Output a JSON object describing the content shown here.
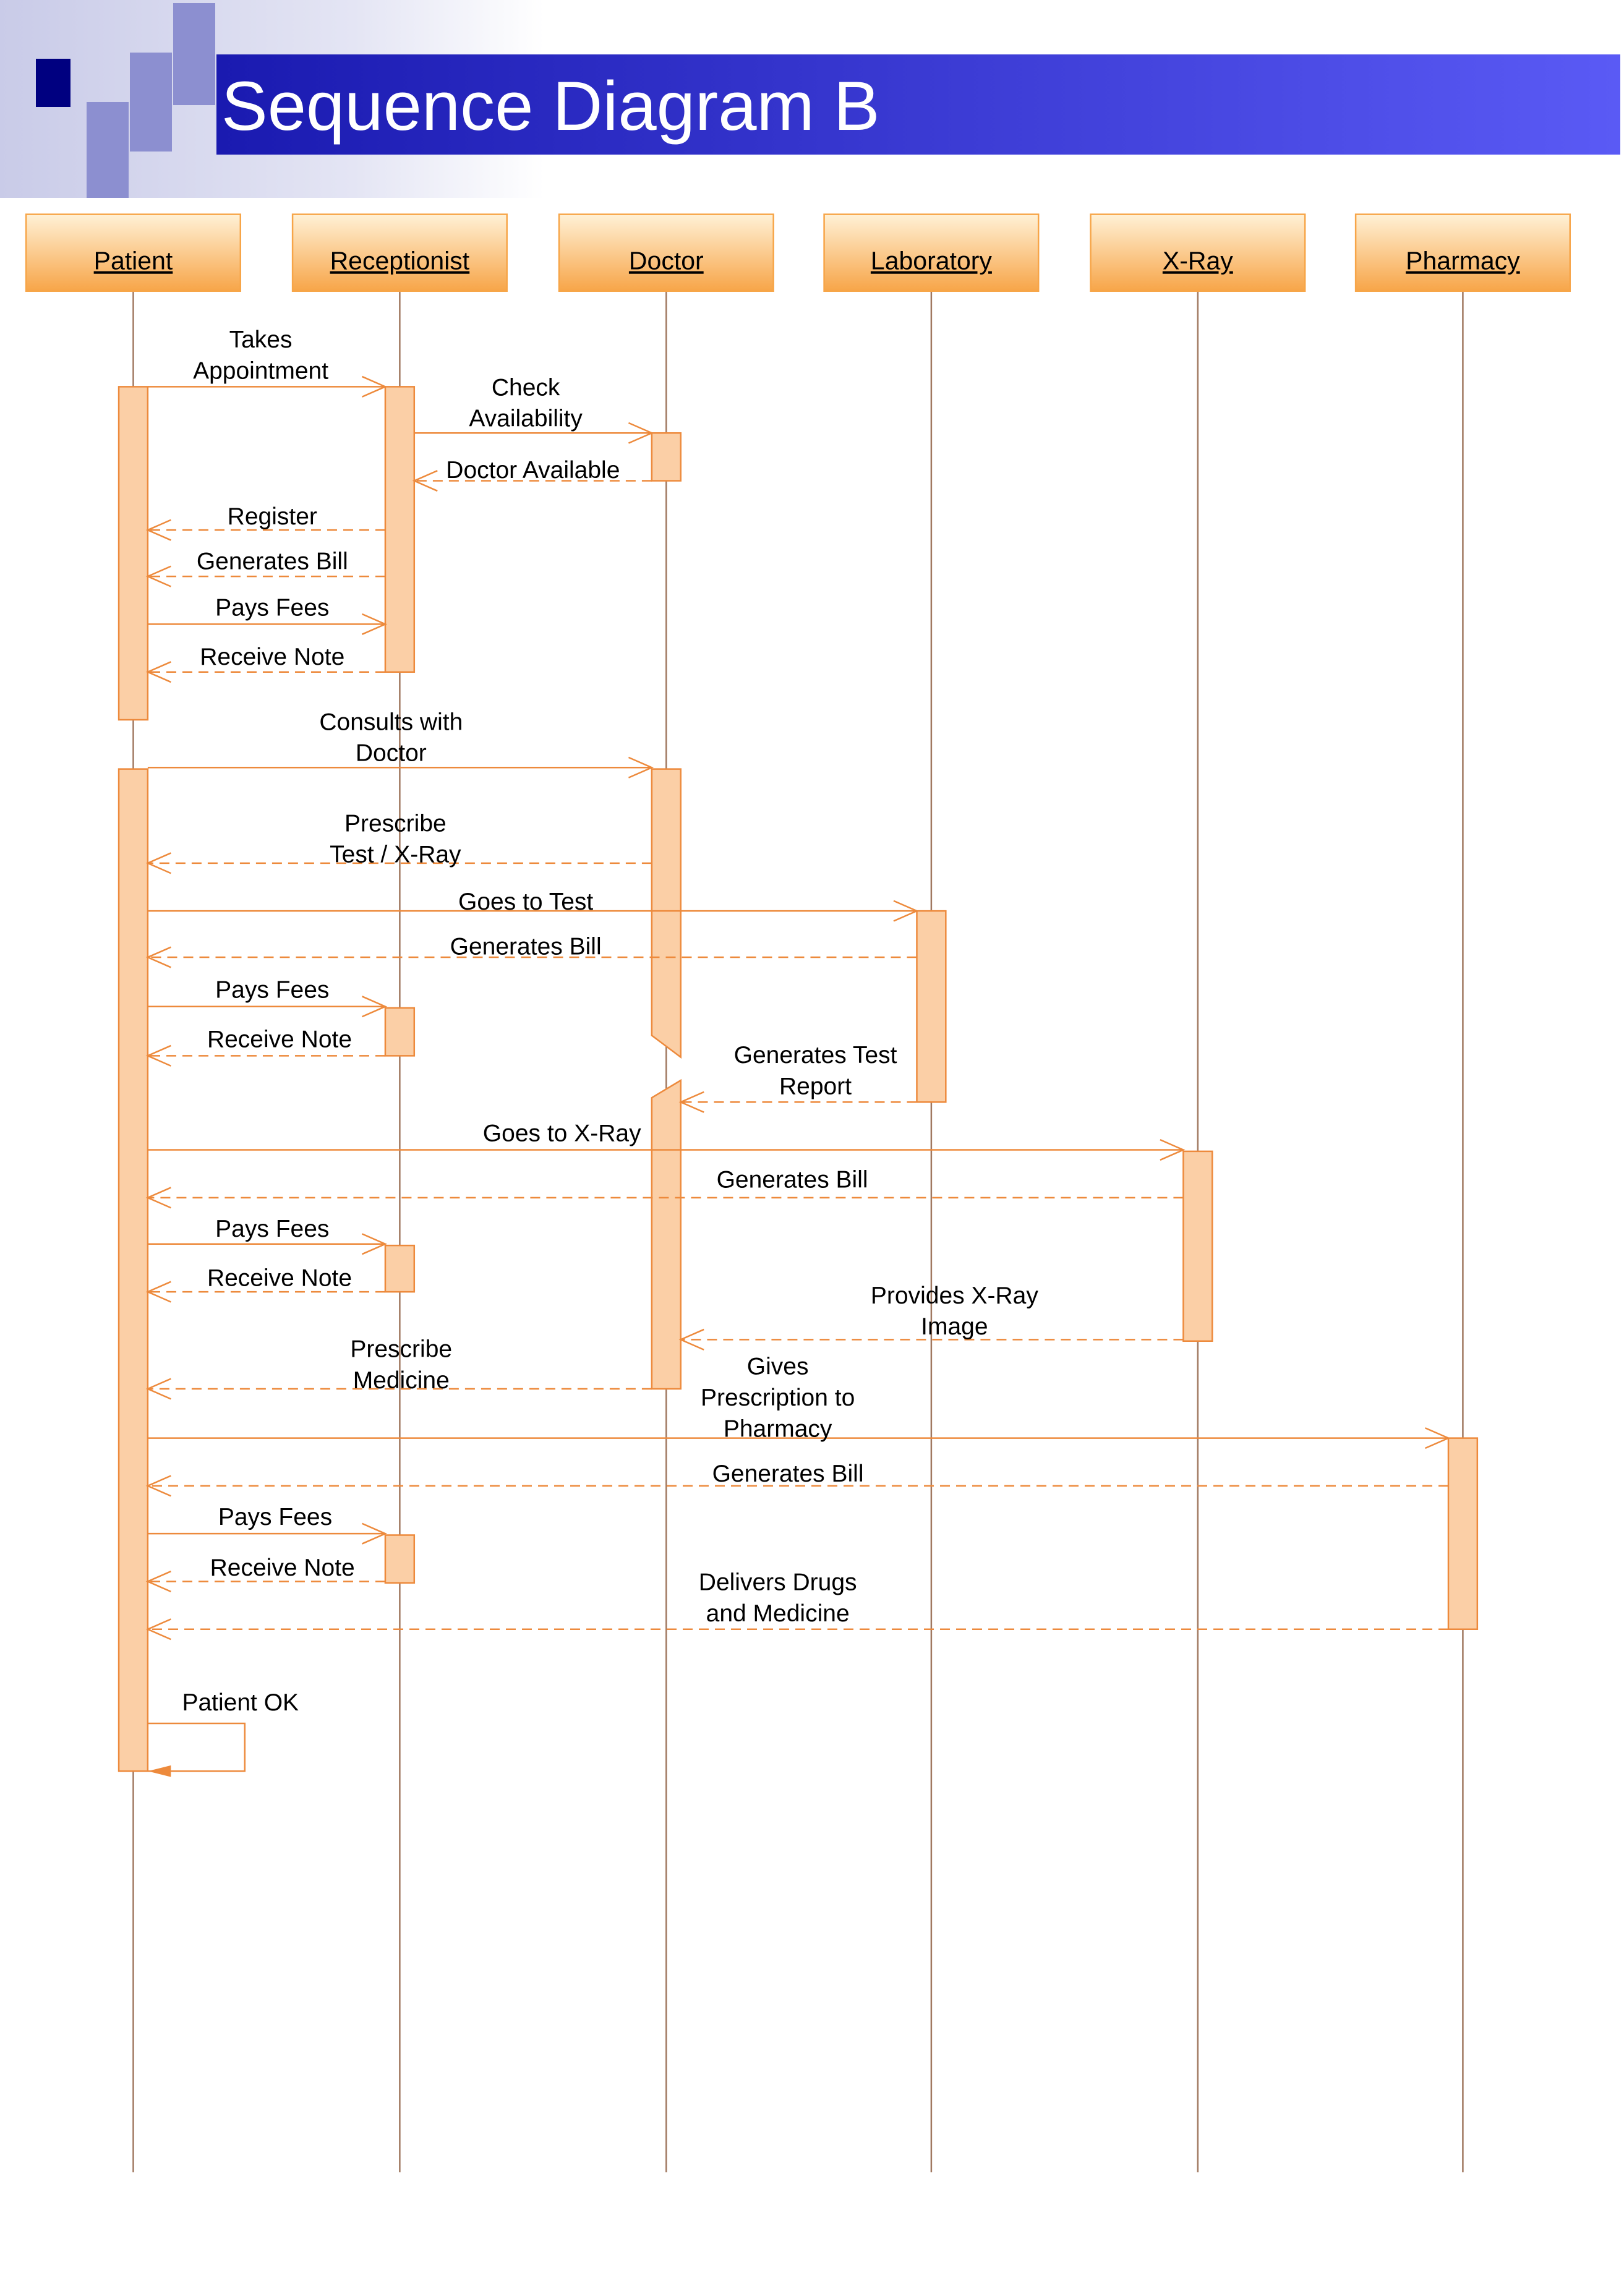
{
  "title": "Sequence Diagram B",
  "colors": {
    "banner_dark": "#1a1ab0",
    "banner_light": "#5a5af5",
    "header_squares": "#8c8fd0",
    "dark_square": "#000080",
    "actor_top": "#fff1d6",
    "actor_bottom": "#f7a548",
    "activation_fill": "#fbcfa6",
    "line_color": "#ed8a3c",
    "lifeline_color": "#a07860"
  },
  "actors": [
    {
      "id": "patient",
      "label": "Patient"
    },
    {
      "id": "receptionist",
      "label": "Receptionist"
    },
    {
      "id": "doctor",
      "label": "Doctor"
    },
    {
      "id": "laboratory",
      "label": "Laboratory"
    },
    {
      "id": "xray",
      "label": "X-Ray"
    },
    {
      "id": "pharmacy",
      "label": "Pharmacy"
    }
  ],
  "messages": [
    {
      "from": "patient",
      "to": "receptionist",
      "type": "sync",
      "label": [
        "Takes",
        "Appointment"
      ]
    },
    {
      "from": "receptionist",
      "to": "doctor",
      "type": "sync",
      "label": [
        "Check",
        "Availability"
      ]
    },
    {
      "from": "doctor",
      "to": "receptionist",
      "type": "return",
      "label": [
        "Doctor Available"
      ]
    },
    {
      "from": "receptionist",
      "to": "patient",
      "type": "return",
      "label": [
        "Register"
      ]
    },
    {
      "from": "receptionist",
      "to": "patient",
      "type": "return",
      "label": [
        "Generates Bill"
      ]
    },
    {
      "from": "patient",
      "to": "receptionist",
      "type": "sync",
      "label": [
        "Pays Fees"
      ]
    },
    {
      "from": "receptionist",
      "to": "patient",
      "type": "return",
      "label": [
        "Receive Note"
      ]
    },
    {
      "from": "patient",
      "to": "doctor",
      "type": "sync",
      "label": [
        "Consults with",
        "Doctor"
      ]
    },
    {
      "from": "doctor",
      "to": "patient",
      "type": "return",
      "label": [
        "Prescribe",
        "Test / X-Ray"
      ]
    },
    {
      "from": "patient",
      "to": "laboratory",
      "type": "sync",
      "label": [
        "Goes to Test"
      ]
    },
    {
      "from": "laboratory",
      "to": "patient",
      "type": "return",
      "label": [
        "Generates Bill"
      ]
    },
    {
      "from": "patient",
      "to": "receptionist",
      "type": "sync",
      "label": [
        "Pays Fees"
      ]
    },
    {
      "from": "receptionist",
      "to": "patient",
      "type": "return",
      "label": [
        "Receive Note"
      ]
    },
    {
      "from": "laboratory",
      "to": "doctor",
      "type": "return",
      "label": [
        "Generates Test",
        "Report"
      ]
    },
    {
      "from": "patient",
      "to": "xray",
      "type": "sync",
      "label": [
        "Goes to X-Ray"
      ]
    },
    {
      "from": "xray",
      "to": "patient",
      "type": "return",
      "label": [
        "Generates Bill"
      ]
    },
    {
      "from": "patient",
      "to": "receptionist",
      "type": "sync",
      "label": [
        "Pays Fees"
      ]
    },
    {
      "from": "receptionist",
      "to": "patient",
      "type": "return",
      "label": [
        "Receive Note"
      ]
    },
    {
      "from": "xray",
      "to": "doctor",
      "type": "return",
      "label": [
        "Provides X-Ray",
        "Image"
      ]
    },
    {
      "from": "doctor",
      "to": "patient",
      "type": "return",
      "label": [
        "Prescribe",
        "Medicine"
      ]
    },
    {
      "from": "patient",
      "to": "pharmacy",
      "type": "sync",
      "label": [
        "Gives",
        "Prescription to",
        "Pharmacy"
      ]
    },
    {
      "from": "pharmacy",
      "to": "patient",
      "type": "return",
      "label": [
        "Generates Bill"
      ]
    },
    {
      "from": "patient",
      "to": "receptionist",
      "type": "sync",
      "label": [
        "Pays Fees"
      ]
    },
    {
      "from": "receptionist",
      "to": "patient",
      "type": "return",
      "label": [
        "Receive Note"
      ]
    },
    {
      "from": "pharmacy",
      "to": "patient",
      "type": "return",
      "label": [
        "Delivers Drugs",
        "and Medicine"
      ]
    },
    {
      "from": "patient",
      "to": "patient",
      "type": "self",
      "label": [
        "Patient OK"
      ]
    }
  ]
}
